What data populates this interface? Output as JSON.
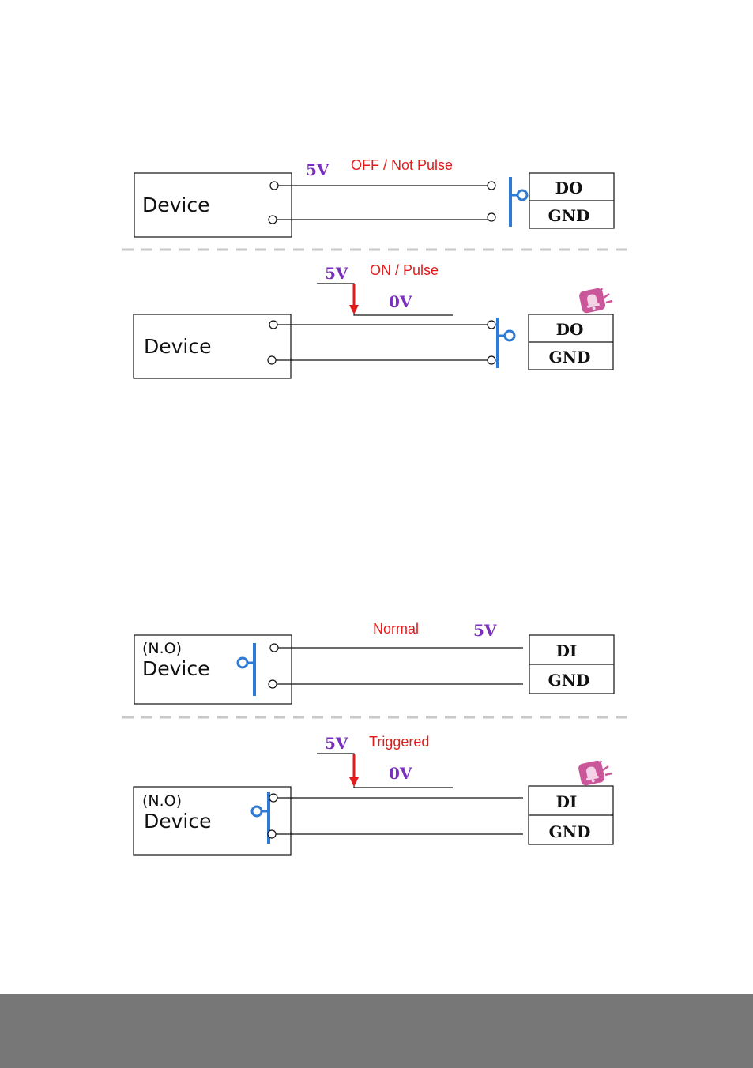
{
  "colors": {
    "line": "#111111",
    "switch": "#2f7ad4",
    "voltage": "#7b2fbe",
    "status": "#e31b1b",
    "arrow": "#e31b1b",
    "divider": "#c8c8c8",
    "alarm": "#c9579a",
    "footer": "#777777"
  },
  "do_off": {
    "voltage_label": "5V",
    "status_label": "OFF / Not Pulse",
    "device_label": "Device",
    "port_top": "DO",
    "port_bottom": "GND"
  },
  "do_on": {
    "voltage_high": "5V",
    "voltage_low": "0V",
    "status_label": "ON / Pulse",
    "device_label": "Device",
    "port_top": "DO",
    "port_bottom": "GND",
    "alarm_icon": "alarm-bell-icon"
  },
  "di_normal": {
    "status_label": "Normal",
    "voltage_label": "5V",
    "device_type": "(N.O)",
    "device_label": "Device",
    "port_top": "DI",
    "port_bottom": "GND"
  },
  "di_triggered": {
    "voltage_high": "5V",
    "voltage_low": "0V",
    "status_label": "Triggered",
    "device_type": "(N.O)",
    "device_label": "Device",
    "port_top": "DI",
    "port_bottom": "GND",
    "alarm_icon": "alarm-bell-icon"
  }
}
